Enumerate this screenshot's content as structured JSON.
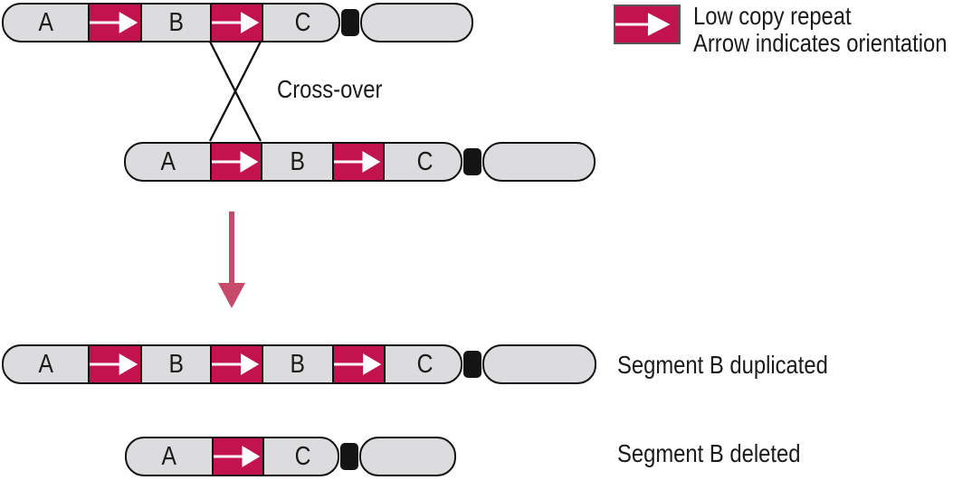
{
  "figure": {
    "type": "genetics-diagram",
    "topic": "Non-allelic homologous recombination between low copy repeats producing duplication and deletion"
  },
  "palette": {
    "lcr_red": "#c3134e",
    "chromosome_gray": "#dcdcde",
    "outline_black": "#111111",
    "result_arrow_pink": "#c64a69",
    "legend_border_gray": "#55565a",
    "arrow_white": "#ffffff"
  },
  "crossover": {
    "label": "Cross-over"
  },
  "chromosomes": {
    "top_parent": {
      "segments": [
        {
          "type": "region",
          "label": "A"
        },
        {
          "type": "lcr",
          "icon": "right-arrow-icon"
        },
        {
          "type": "region",
          "label": "B"
        },
        {
          "type": "lcr",
          "icon": "right-arrow-icon"
        },
        {
          "type": "region",
          "label": "C"
        }
      ]
    },
    "bottom_parent": {
      "segments": [
        {
          "type": "region",
          "label": "A"
        },
        {
          "type": "lcr",
          "icon": "right-arrow-icon"
        },
        {
          "type": "region",
          "label": "B"
        },
        {
          "type": "lcr",
          "icon": "right-arrow-icon"
        },
        {
          "type": "region",
          "label": "C"
        }
      ]
    },
    "duplicated": {
      "segments": [
        {
          "type": "region",
          "label": "A"
        },
        {
          "type": "lcr",
          "icon": "right-arrow-icon"
        },
        {
          "type": "region",
          "label": "B"
        },
        {
          "type": "lcr",
          "icon": "right-arrow-icon"
        },
        {
          "type": "region",
          "label": "B"
        },
        {
          "type": "lcr",
          "icon": "right-arrow-icon"
        },
        {
          "type": "region",
          "label": "C"
        }
      ]
    },
    "deleted": {
      "segments": [
        {
          "type": "region",
          "label": "A"
        },
        {
          "type": "lcr",
          "icon": "right-arrow-icon"
        },
        {
          "type": "region",
          "label": "C"
        }
      ]
    }
  },
  "outcomes": {
    "duplicated_label": "Segment B duplicated",
    "deleted_label": "Segment B deleted"
  },
  "legend": {
    "swatch_icon": "lcr-right-arrow-icon",
    "line1": "Low copy repeat",
    "line2": "Arrow indicates orientation"
  }
}
